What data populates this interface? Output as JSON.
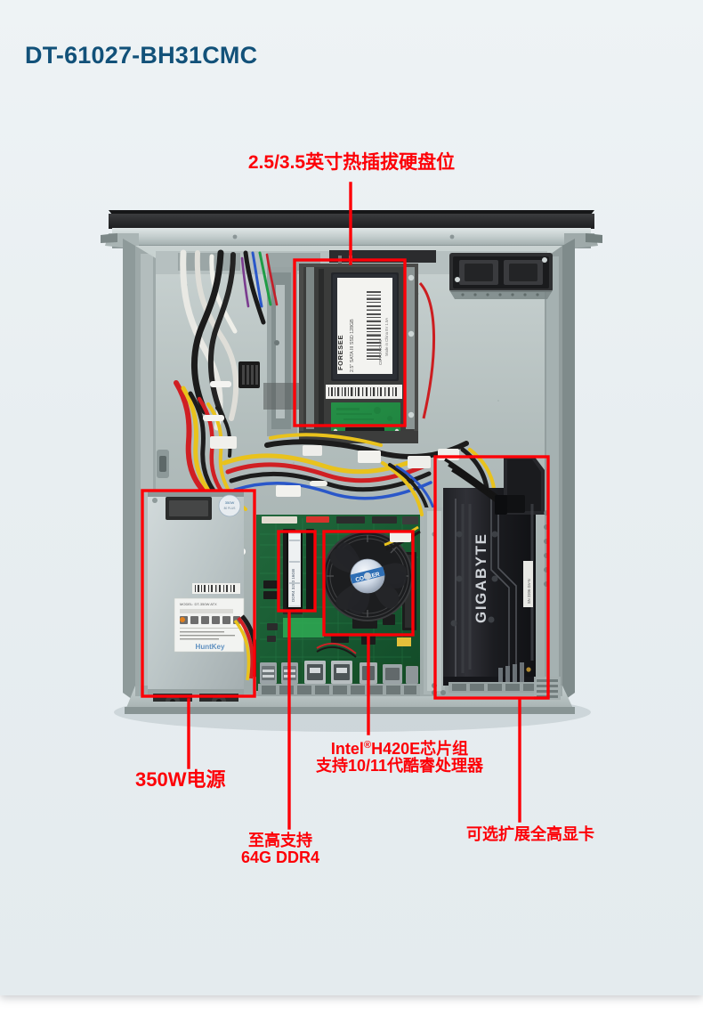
{
  "product": {
    "title": "DT-61027-BH31CMC"
  },
  "theme": {
    "title_color": "#125179",
    "callout_color": "#fd0007",
    "panel_bg": "#e8eef1",
    "chassis_metal": "#b9c4c4",
    "pcb_green": "#1c6b3a",
    "gpu_black": "#1a1b1e",
    "ssd_label": "#f2f2ef"
  },
  "callouts": [
    {
      "id": "hdd",
      "lines": [
        "2.5/3.5英寸热插拔硬盘位"
      ],
      "target": "hot-swap-drive-bay"
    },
    {
      "id": "psu",
      "lines": [
        "350W电源"
      ],
      "target": "power-supply-unit"
    },
    {
      "id": "cpu",
      "lines": [
        "Intel®H420E芯片组",
        "支持10/11代酷睿处理器"
      ],
      "line1_pre": "Intel",
      "line1_reg": "®",
      "line1_post": "H420E芯片组",
      "line2": "支持10/11代酷睿处理器",
      "target": "cpu-cooler"
    },
    {
      "id": "ram",
      "lines": [
        "至高支持",
        "64G DDR4"
      ],
      "line1": "至高支持",
      "line2": "64G DDR4",
      "target": "memory-module"
    },
    {
      "id": "gpu",
      "lines": [
        "可选扩展全高显卡"
      ],
      "target": "graphics-card"
    }
  ],
  "photo": {
    "components": {
      "ssd_brand": "FORESEE",
      "gpu_brand": "GIGABYTE"
    }
  }
}
